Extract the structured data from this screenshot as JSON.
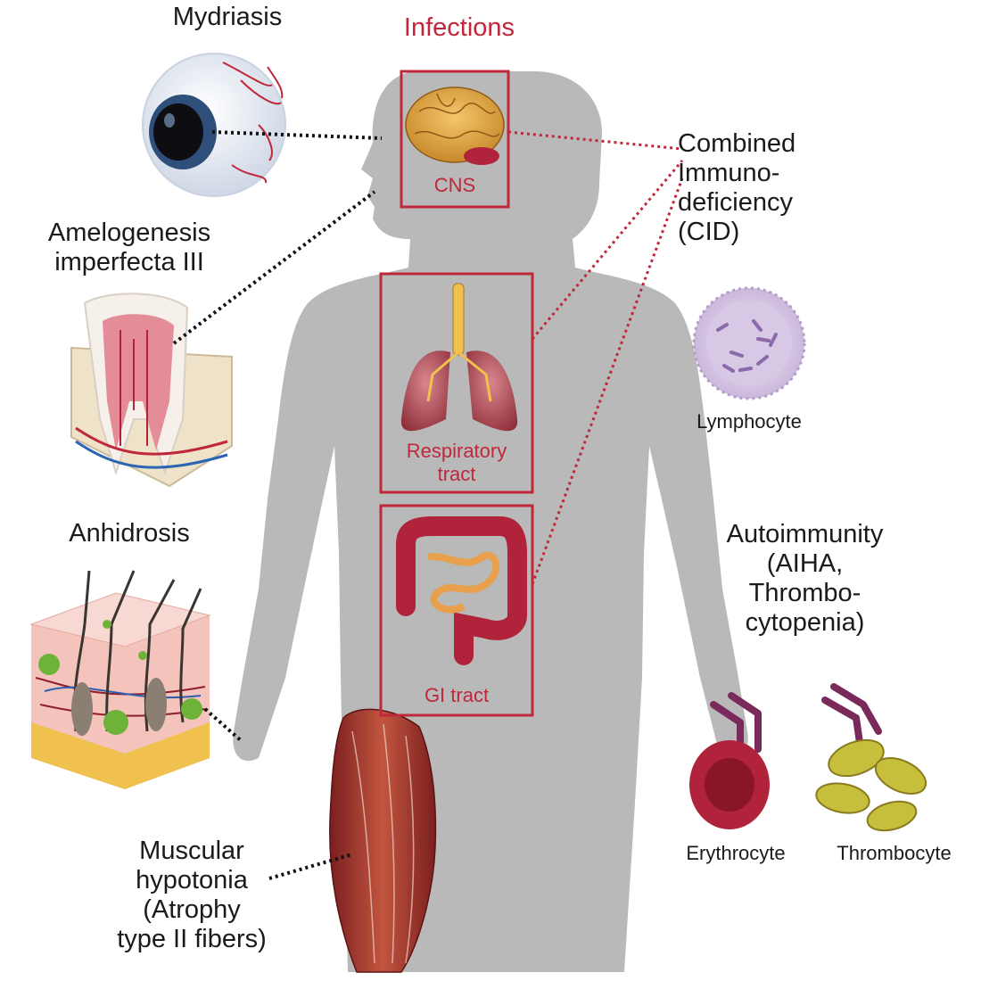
{
  "title": "Infections",
  "organs": {
    "cns": "CNS",
    "respiratory": "Respiratory\ntract",
    "gi": "GI tract"
  },
  "features": {
    "mydriasis": "Mydriasis",
    "amelogenesis": "Amelogenesis\nimperfecta III",
    "anhidrosis": "Anhidrosis",
    "muscular": "Muscular\nhypotonia\n(Atrophy\ntype II fibers)",
    "cid": "Combined\nImmuno-\ndeficiency\n(CID)",
    "autoimmunity": "Autoimmunity\n(AIHA,\nThrombo-\ncytopenia)"
  },
  "cells": {
    "lymphocyte": "Lymphocyte",
    "erythrocyte": "Erythrocyte",
    "thrombocyte": "Thrombocyte"
  },
  "colors": {
    "accent_red": "#c0283a",
    "silhouette": "#b9b9b9",
    "connector": "#111111"
  }
}
